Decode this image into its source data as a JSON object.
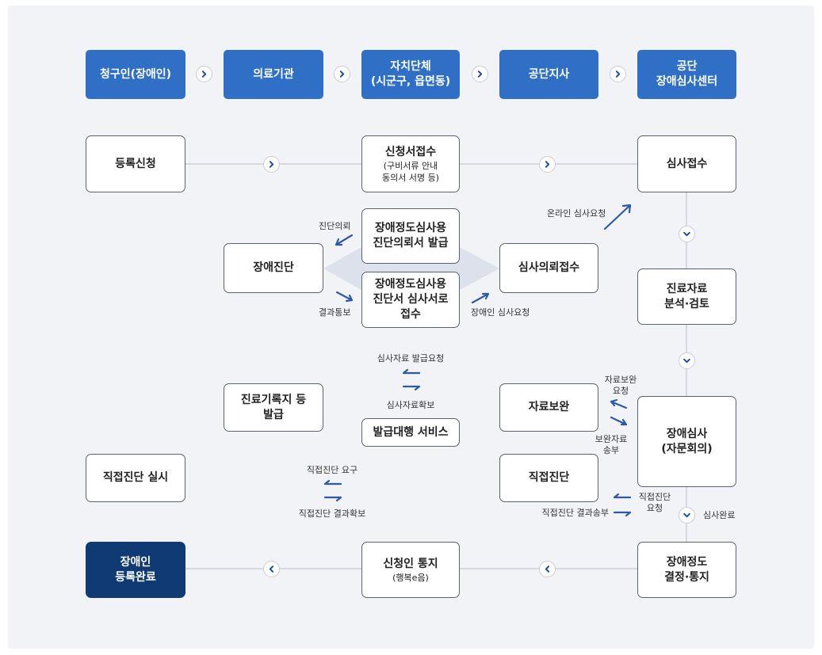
{
  "header": [
    {
      "id": "claimant",
      "label": "청구인(장애인)"
    },
    {
      "id": "medical",
      "label": "의료기관"
    },
    {
      "id": "local",
      "label": "자치단체\n(시군구, 읍면동)"
    },
    {
      "id": "branch",
      "label": "공단지사"
    },
    {
      "id": "center",
      "label": "공단\n장애심사센터"
    }
  ],
  "nodes": {
    "register_request": {
      "label": "등록신청"
    },
    "application_receipt": {
      "label": "신청서접수",
      "sub": "(구비서류 안내\n동의서 서명 등)"
    },
    "review_receipt": {
      "label": "심사접수"
    },
    "diagnosis_issue": {
      "label": "장애정도심사용\n진단의뢰서 발급"
    },
    "diagnosis_receive": {
      "label": "장애정도심사용\n진단서 심사서로\n접수"
    },
    "disability_diagnosis": {
      "label": "장애진단"
    },
    "review_request_receipt": {
      "label": "심사의뢰접수"
    },
    "record_analysis": {
      "label": "진료자료\n분석·검토"
    },
    "medical_record_issue": {
      "label": "진료기록지 등\n발급"
    },
    "issuance_service": {
      "label": "발급대행 서비스"
    },
    "supplement": {
      "label": "자료보완"
    },
    "disability_review": {
      "label": "장애심사\n(자문회의)"
    },
    "direct_diagnosis_center": {
      "label": "직접진단"
    },
    "direct_diagnosis_done": {
      "label": "직접진단 실시"
    },
    "registration_complete": {
      "label": "장애인\n등록완료"
    },
    "applicant_notice": {
      "label": "신청인 통지",
      "sub": "(행복e음)"
    },
    "decision_notice": {
      "label": "장애정도\n결정·통지"
    }
  },
  "labels": {
    "online_request": "온라인 심사요청",
    "diag_request": "진단의뢰",
    "result_notice": "결과통보",
    "patient_request": "장애인 심사요청",
    "record_issue_request": "심사자료 발급요청",
    "record_secured": "심사자료확보",
    "supp_request": "자료보완\n요청",
    "supp_send": "보완자료\n송부",
    "direct_req_center": "직접진단\n요청",
    "direct_result_send": "직접진단 결과송부",
    "direct_demand": "직접진단 요구",
    "direct_result_secured": "직접진단 결과확보",
    "review_done": "심사완료"
  },
  "colors": {
    "primary": "#2f6fc6",
    "dark": "#103a74",
    "arrow": "#2d5aa8",
    "line": "#b9bec8",
    "panel": "#f2f3f7"
  }
}
